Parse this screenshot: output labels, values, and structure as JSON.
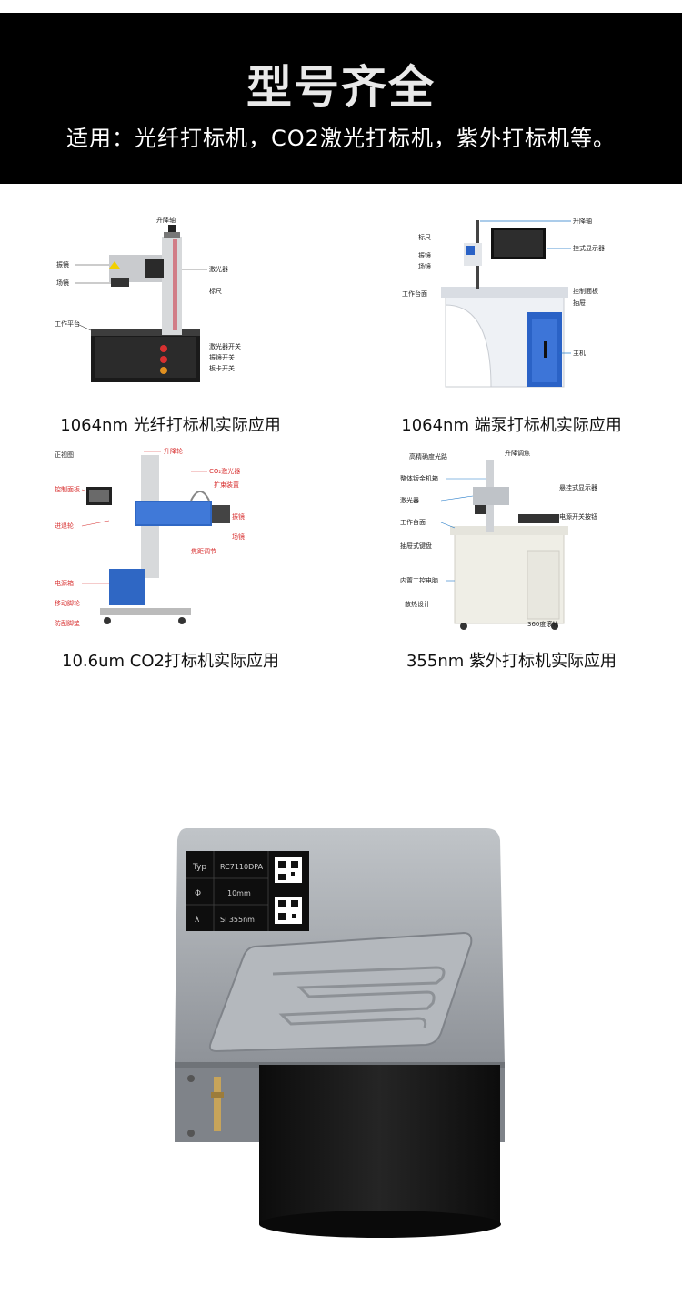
{
  "header": {
    "title": "型号齐全",
    "subtitle": "适用：光纤打标机，CO2激光打标机，紫外打标机等。"
  },
  "machines": [
    {
      "caption": "1064nm 光纤打标机实际应用",
      "labels": [
        "升降轴",
        "振镜",
        "场镜",
        "激光器",
        "标尺",
        "工作平台",
        "激光器开关",
        "振镜开关",
        "板卡开关"
      ]
    },
    {
      "caption": "1064nm 端泵打标机实际应用",
      "labels": [
        "升降轴",
        "标尺",
        "振镜",
        "场镜",
        "挂式显示器",
        "工作台面",
        "控制面板",
        "抽屉",
        "主机"
      ]
    },
    {
      "caption": "10.6um CO2打标机实际应用",
      "labels": [
        "正视图",
        "升降轮",
        "CO₂激光器",
        "控制面板",
        "扩束装置",
        "进退轮",
        "振镜",
        "场镜",
        "焦距调节",
        "电源箱",
        "移动脚轮",
        "防刮脚垫"
      ]
    },
    {
      "caption": "355nm 紫外打标机实际应用",
      "labels": [
        "高精确度光路",
        "升降调焦",
        "整体钣金机箱",
        "悬挂式显示器",
        "激光器",
        "工作台面",
        "电源开关按钮",
        "抽屉式键盘",
        "内置工控电脑",
        "散热设计",
        "360度滚轮"
      ]
    }
  ],
  "product_plate": {
    "rows": [
      {
        "key": "Typ",
        "value": "RC7110DPA"
      },
      {
        "key": "Φ",
        "value": "10mm"
      },
      {
        "key": "λ",
        "value": "Si 355nm"
      }
    ]
  },
  "colors": {
    "header_bg": "#000000",
    "accent_red": "#d83030",
    "accent_blue": "#1f78c8",
    "co2_blue": "#2f67c4",
    "product_silver": "#a9adb2",
    "product_black": "#111111"
  }
}
